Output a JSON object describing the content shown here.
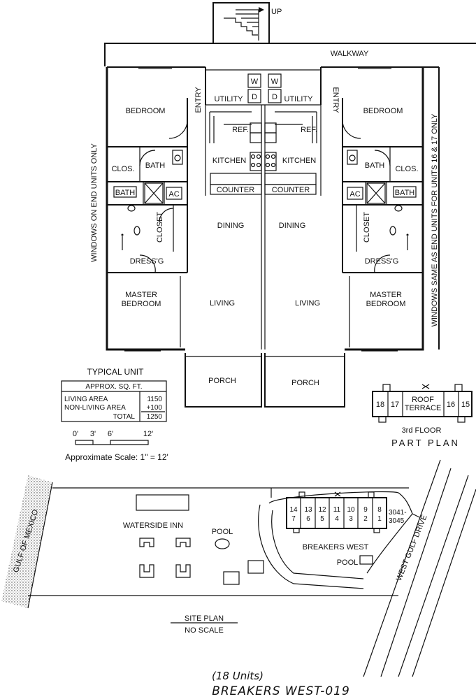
{
  "plan": {
    "up": "UP",
    "walkway": "WALKWAY",
    "windows_left": "WINDOWS ON END UNITS ONLY",
    "windows_right": "WINDOWS SAME AS END UNITS FOR UNITS 16 & 17 ONLY",
    "entry": "ENTRY",
    "utility": "UTILITY",
    "w": "W",
    "d": "D",
    "ref": "REF.",
    "kitchen": "KITCHEN",
    "counter": "COUNTER",
    "dining": "DINING",
    "living": "LIVING",
    "porch": "PORCH",
    "bedroom": "BEDROOM",
    "clos": "CLOS.",
    "bath": "BATH",
    "ac": "AC",
    "closet": "CLOSET",
    "dressg": "DRESS'G",
    "master1": "MASTER",
    "master2": "BEDROOM"
  },
  "typical_unit": {
    "title": "TYPICAL UNIT",
    "header": "APPROX. SQ. FT.",
    "rows": [
      {
        "label": "LIVING AREA",
        "value": "1150"
      },
      {
        "label": "NON-LIVING AREA",
        "value": "+100"
      },
      {
        "label": "TOTAL",
        "value": "1250"
      }
    ]
  },
  "scale": {
    "ticks": [
      "0'",
      "3'",
      "6'",
      "12'"
    ],
    "text": "Approximate Scale: 1\" = 12'"
  },
  "third_floor": {
    "units_left": [
      "18",
      "17"
    ],
    "roof1": "ROOF",
    "roof2": "TERRACE",
    "units_right": [
      "16",
      "15"
    ],
    "title": "3rd FLOOR",
    "subtitle": "PART PLAN"
  },
  "site": {
    "gulf": "GULF OF MEXICO",
    "waterside_inn": "WATERSIDE INN",
    "pool1": "POOL",
    "breakers_west": "BREAKERS WEST",
    "pool2": "POOL",
    "road": "WEST GULF DRIVE",
    "units_top": [
      "14",
      "13",
      "12",
      "11",
      "10",
      "9",
      "8"
    ],
    "units_bottom": [
      "7",
      "6",
      "5",
      "4",
      "3",
      "2",
      "1"
    ],
    "address1": "3041-",
    "address2": "3045",
    "site_plan": "SITE PLAN",
    "no_scale": "NO SCALE"
  },
  "caption": {
    "units": "(18 Units)",
    "name": "BREAKERS WEST-019"
  }
}
